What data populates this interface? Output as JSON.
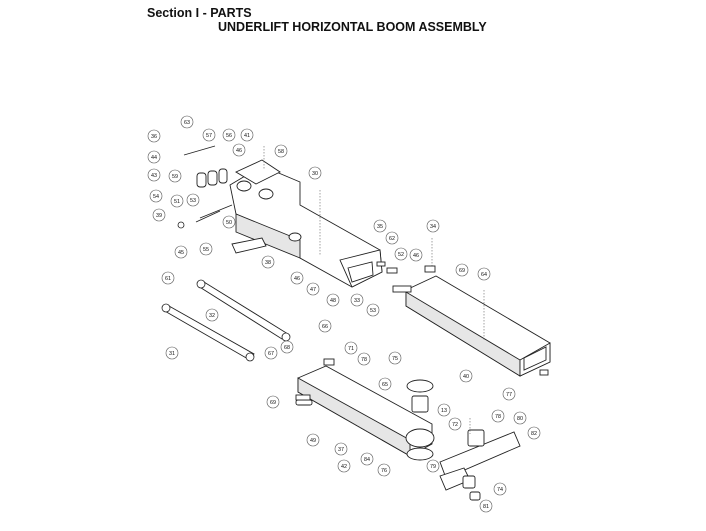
{
  "header": {
    "section_title": "Section I - PARTS",
    "assembly_title": "UNDERLIFT HORIZONTAL BOOM ASSEMBLY"
  },
  "callouts": [
    "63",
    "36",
    "57",
    "56",
    "41",
    "58",
    "44",
    "46",
    "43",
    "59",
    "30",
    "54",
    "51",
    "53",
    "39",
    "50",
    "35",
    "34",
    "62",
    "55",
    "38",
    "52",
    "46",
    "69",
    "64",
    "61",
    "45",
    "47",
    "46",
    "48",
    "33",
    "53",
    "32",
    "66",
    "31",
    "67",
    "68",
    "71",
    "78",
    "75",
    "65",
    "40",
    "69",
    "13",
    "72",
    "77",
    "78",
    "80",
    "82",
    "49",
    "37",
    "42",
    "84",
    "76",
    "79",
    "74",
    "81"
  ]
}
